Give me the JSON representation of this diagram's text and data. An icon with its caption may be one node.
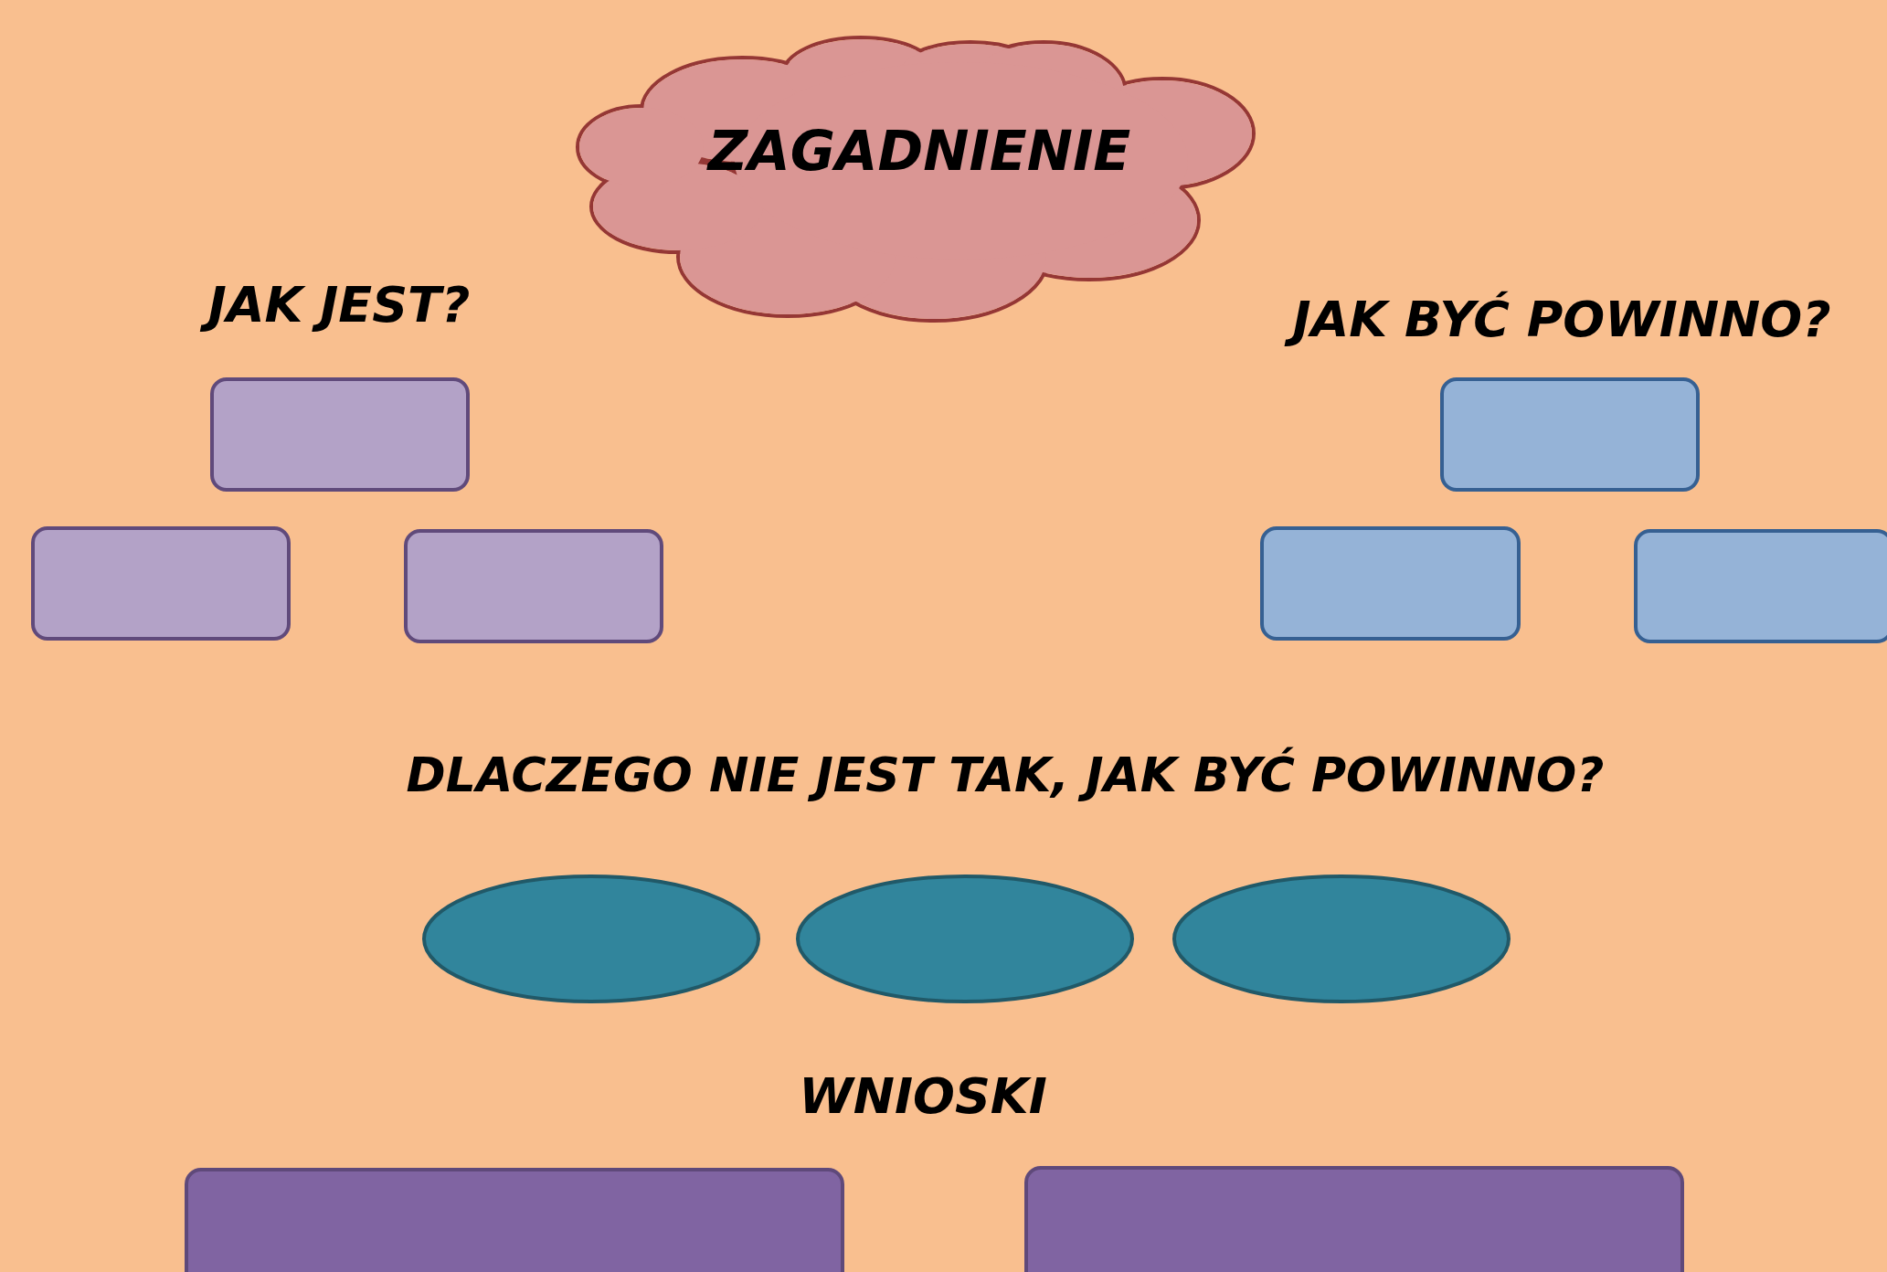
{
  "diagram": {
    "nodes": [
      {
        "text": [
          "ZAGADNIENIE"
        ]
      },
      {
        "text": [],
        "shape": "box"
      },
      {
        "text": [],
        "shape": "box"
      },
      {
        "text": [],
        "shape": "box"
      },
      {
        "text": [],
        "shape": "box"
      },
      {
        "text": [],
        "shape": "box"
      },
      {
        "text": [],
        "shape": "box"
      },
      {
        "text": [],
        "shape": "ellipse"
      },
      {
        "text": [],
        "shape": "ellipse"
      },
      {
        "text": [],
        "shape": "ellipse"
      },
      {
        "text": [],
        "shape": "box"
      },
      {
        "text": [],
        "shape": "box"
      }
    ],
    "labels": [
      "JAK JEST?",
      "JAK BYĆ POWINNO?",
      "DLACZEGO NIE JEST TAK, JAK BYĆ POWINNO?",
      "WNIOSKI"
    ]
  }
}
